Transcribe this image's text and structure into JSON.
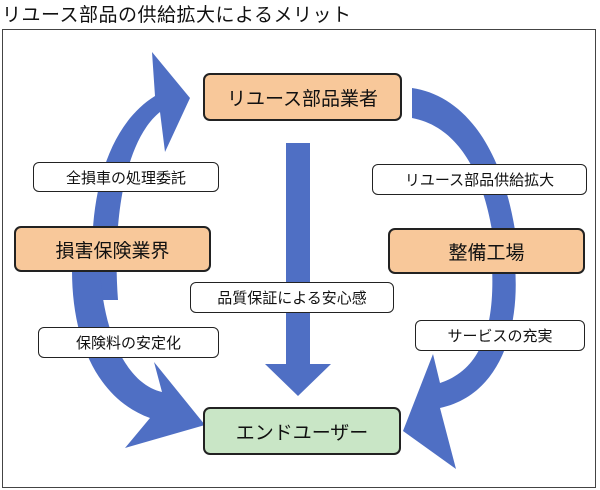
{
  "title": "リユース部品の供給拡大によるメリット",
  "colors": {
    "arrow": "#4f6fc4",
    "stakeholder_fill": "#f8c89a",
    "end_user_fill": "#c9e6c6",
    "label_fill": "#ffffff",
    "border": "#222222"
  },
  "nodes": {
    "reuse_parts_dealer": "リユース部品業者",
    "insurance_industry": "損害保険業界",
    "maintenance_shop": "整備工場",
    "end_user": "エンドユーザー"
  },
  "flows": {
    "total_loss_consignment": "全損車の処理委託",
    "reuse_parts_expansion": "リユース部品供給拡大",
    "quality_assurance": "品質保証による安心感",
    "premium_stability": "保険料の安定化",
    "service_enhancement": "サービスの充実"
  }
}
